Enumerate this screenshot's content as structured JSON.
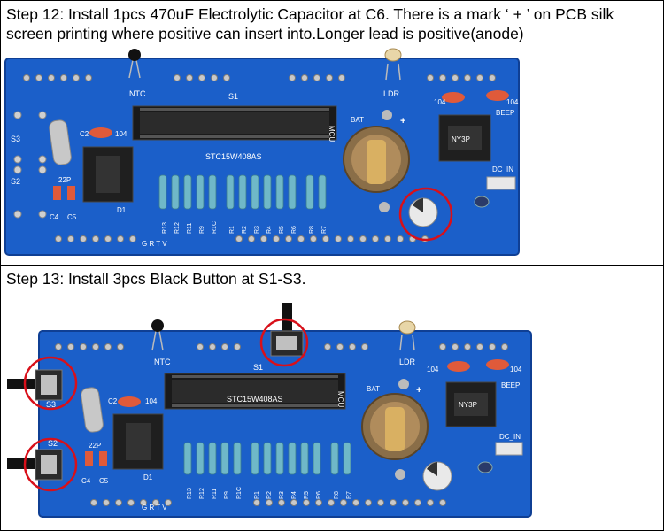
{
  "steps": [
    {
      "text": "Step 12: Install 1pcs 470uF Electrolytic Capacitor at C6. There is a mark ‘ + ’ on PCB silk screen printing where positive can insert into.Longer lead is positive(anode)"
    },
    {
      "text": "Step 13: Install 3pcs Black Button at S1-S3."
    }
  ],
  "pcb": {
    "mcu": "STC15W408AS",
    "mcu_tag": "MCU",
    "ntc": "NTC",
    "ldr": "LDR",
    "s1": "S1",
    "s2": "S2",
    "s3": "S3",
    "bat": "BAT",
    "plus": "+",
    "c2": "C2",
    "c4": "C4",
    "c5": "C5",
    "cap104": "104",
    "cap22p": "22P",
    "d1": "D1",
    "buzzer": "BEEP",
    "buzzer_ic": "NY3P",
    "dc_in": "DC_IN",
    "pin_labels": "G R T V",
    "resistors": [
      "R13",
      "R12",
      "R11",
      "R9",
      "R1C",
      "R1",
      "R2",
      "R3",
      "R4",
      "R5",
      "R6",
      "R8",
      "R7"
    ]
  },
  "colors": {
    "board": "#1b5fc9",
    "board_edge": "#0f3f94",
    "highlight_ring": "#d8101a",
    "silkscreen": "#ffffff"
  }
}
